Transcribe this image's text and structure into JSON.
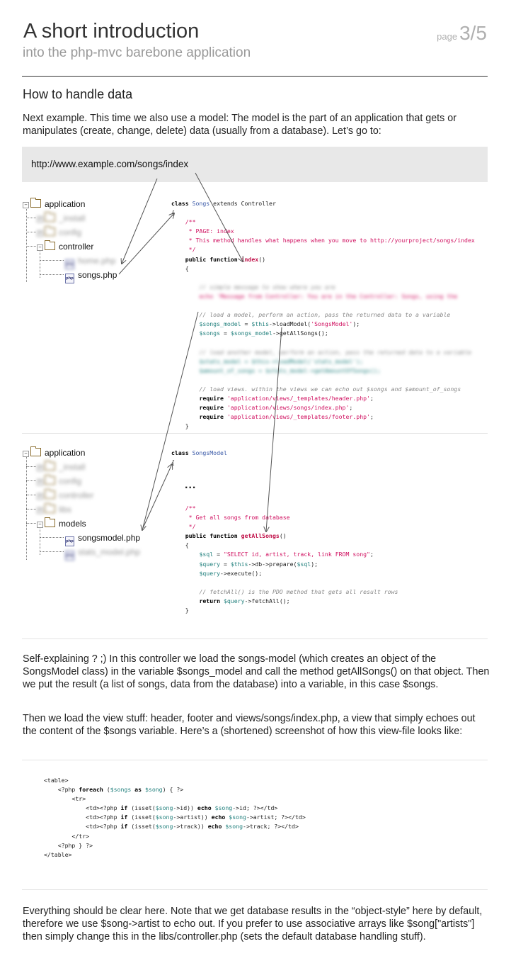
{
  "header": {
    "title": "A short introduction",
    "subtitle": "into the php-mvc barebone application",
    "page_label": "page",
    "page_number": "3/5"
  },
  "section_title": "How to handle data",
  "intro": "Next example. This time we also use a model: The model is the part of an application that gets or manipulates (create, change, delete) data (usually from a database). Let’s go to:",
  "url": "http://www.example.com/songs/index",
  "tree1": {
    "root": "application",
    "items": [
      "_install",
      "config"
    ],
    "controller": "controller",
    "files": [
      "home.php",
      "songs.php"
    ]
  },
  "tree2": {
    "root": "application",
    "items": [
      "_install",
      "config",
      "controller",
      "libs"
    ],
    "models": "models",
    "files": [
      "songsmodel.php",
      "stats_model.php"
    ]
  },
  "php_icon": "php",
  "code1": {
    "l1a": "class ",
    "l1b": "Songs",
    "l1c": " extends Controller",
    "l2": "{",
    "l3": "/**",
    "l4": " * PAGE: index",
    "l5": " * This method handles what happens when you move to http://yourproject/songs/index",
    "l6": " */",
    "l7a": "public function ",
    "l7b": "index",
    "l7c": "()",
    "l8": "{",
    "l9": "// simple message to show where you are",
    "l10": "echo 'Message from Controller: You are in the Controller: Songs, using the",
    "l11": "// load a model, perform an action, pass the returned data to a variable",
    "l12a": "$songs_model",
    "l12b": " = ",
    "l12c": "$this",
    "l12d": "->loadModel(",
    "l12e": "'SongsModel'",
    "l12f": ");",
    "l13a": "$songs",
    "l13b": " = ",
    "l13c": "$songs_model",
    "l13d": "->getAllSongs();",
    "l14": "// load another model, perform an action, pass the returned data to a variable",
    "l15": "$stats_model = $this->loadModel('stats_model');",
    "l16": "$amount_of_songs = $stats_model->getAmountOfSongs();",
    "l17": "// load views. within the views we can echo out $songs and $amount_of_songs",
    "l18a": "require ",
    "l18b": "'application/views/_templates/header.php'",
    "l18c": ";",
    "l19a": "require ",
    "l19b": "'application/views/songs/index.php'",
    "l19c": ";",
    "l20a": "require ",
    "l20b": "'application/views/_templates/footer.php'",
    "l20c": ";",
    "l21": "}"
  },
  "code2": {
    "l1a": "class ",
    "l1b": "SongsModel",
    "l2": "{",
    "ellipsis": "...",
    "l3": "/**",
    "l4": " * Get all songs from database",
    "l5": " */",
    "l6a": "public function ",
    "l6b": "getAllSongs",
    "l6c": "()",
    "l7": "{",
    "l8a": "$sql",
    "l8b": " = ",
    "l8c": "\"SELECT id, artist, track, link FROM song\"",
    "l8d": ";",
    "l9a": "$query",
    "l9b": " = ",
    "l9c": "$this",
    "l9d": "->db->prepare(",
    "l9e": "$sql",
    "l9f": ");",
    "l10a": "$query",
    "l10b": "->execute();",
    "l11": "// fetchAll() is the PDO method that gets all result rows",
    "l12a": "return ",
    "l12b": "$query",
    "l12c": "->fetchAll();",
    "l13": "}"
  },
  "para2": "Self-explaining ? ;) In this controller we load the songs-model (which creates an object of the SongsModel class) in the variable $songs_model and call the method getAllSongs() on that object. Then we put the result (a list of songs, data from the database) into a variable, in this case $songs.",
  "para3": "Then we load the view stuff: header, footer and views/songs/index.php, a view that simply echoes out the content of the $songs variable. Here’s a (shortened) screenshot of how this view-file looks like:",
  "code3": {
    "l1": "<table>",
    "l2a": "<?php ",
    "l2b": "foreach",
    "l2c": " (",
    "l2d": "$songs",
    "l2e": " as ",
    "l2f": "$song",
    "l2g": ") { ?>",
    "l3": "<tr>",
    "l4a": "<td><?php ",
    "l4b": "if",
    "l4c": " (isset(",
    "l4d": "$song",
    "l4e": "->id)) ",
    "l4f": "echo",
    "l4g": " ",
    "l4h": "$song",
    "l4i": "->id; ?></td>",
    "l5a": "<td><?php ",
    "l5b": "if",
    "l5c": " (isset(",
    "l5d": "$song",
    "l5e": "->artist)) ",
    "l5f": "echo",
    "l5g": " ",
    "l5h": "$song",
    "l5i": "->artist; ?></td>",
    "l6a": "<td><?php ",
    "l6b": "if",
    "l6c": " (isset(",
    "l6d": "$song",
    "l6e": "->track)) ",
    "l6f": "echo",
    "l6g": " ",
    "l6h": "$song",
    "l6i": "->track; ?></td>",
    "l7": "</tr>",
    "l8": "<?php } ?>",
    "l9": "</table>"
  },
  "para4": "Everything should be clear here. Note that we get database results in the “object-style” here by default, therefore we use $song->artist to echo out. If you prefer to use associative arrays like $song[\"artists\"] then simply change this in the libs/controller.php (sets the default database handling stuff)."
}
